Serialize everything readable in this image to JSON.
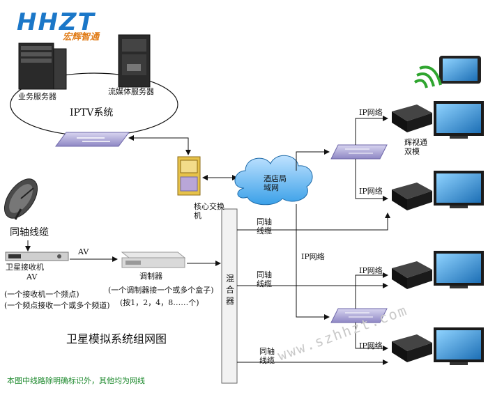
{
  "logo": {
    "mark": "HHZT",
    "subtitle": "宏辉智通"
  },
  "labels": {
    "business_server": "业务服务器",
    "streaming_server": "流媒体服务器",
    "iptv_system": "IPTV系统",
    "core_switch": "核心交换机",
    "hotel_lan": "酒店局域网",
    "ip_network_1": "IP网络",
    "ip_network_2": "IP网络",
    "ip_network_3": "IP网络",
    "ip_network_4": "IP网络",
    "ip_network_5": "IP网络",
    "huishitong_dual": "辉视通双模",
    "coax_cable_top": "同轴线缆",
    "satellite_receiver": "卫星接收机",
    "av_left": "AV",
    "av_right": "AV",
    "receiver_note_1": "(一个接收机一个频点)",
    "receiver_note_2": "(一个频点接收一个或多个频道)",
    "modulator": "调制器",
    "modulator_note_1": "(一个调制器接一个或多个盒子)",
    "modulator_note_2": "(按1，2，4，8……个)",
    "mixer": "混合器",
    "coax_cable_1": "同轴线缆",
    "coax_cable_2": "同轴线缆",
    "coax_cable_3": "同轴线缆",
    "diagram_title": "卫星模拟系统组网图",
    "footnote": "本图中线路除明确标识外，其他均为网线",
    "watermark": "www.szhhzt.com"
  },
  "colors": {
    "logo_blue": "#1b77c8",
    "logo_orange": "#e07b16",
    "footnote_green": "#1e8a2e",
    "switch_purple": "#8e87c4",
    "core_yellow": "#e6c24a",
    "cloud_blue": "#3aa0e8",
    "tv_screen": "#2f8fd6",
    "stb_black": "#1a1a1a",
    "wifi_green": "#2fa52f"
  }
}
